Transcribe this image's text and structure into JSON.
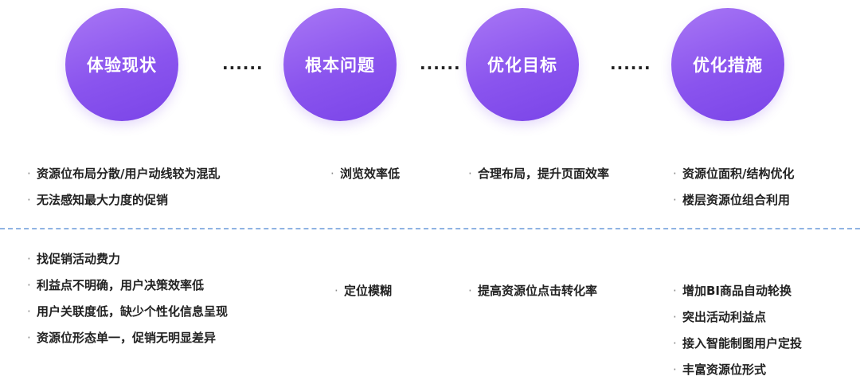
{
  "stages": [
    {
      "title": "体验现状"
    },
    {
      "title": "根本问题"
    },
    {
      "title": "优化目标"
    },
    {
      "title": "优化措施"
    }
  ],
  "separator": "......",
  "row1": {
    "status": [
      "资源位布局分散/用户动线较为混乱",
      "无法感知最大力度的促销"
    ],
    "problem": [
      "浏览效率低"
    ],
    "goal": [
      "合理布局，提升页面效率"
    ],
    "measure": [
      "资源位面积/结构优化",
      "楼层资源位组合利用"
    ]
  },
  "row2": {
    "status": [
      "找促销活动费力",
      "利益点不明确，用户决策效率低",
      "用户关联度低，缺少个性化信息呈现",
      "资源位形态单一，促销无明显差异"
    ],
    "problem": [
      "定位模糊"
    ],
    "goal": [
      "提高资源位点击转化率"
    ],
    "measure": [
      "增加BI商品自动轮换",
      "突出活动利益点",
      "接入智能制图用户定投",
      "丰富资源位形式"
    ]
  },
  "colors": {
    "circle": "#8a54ee",
    "divider": "#8fb3e3"
  }
}
